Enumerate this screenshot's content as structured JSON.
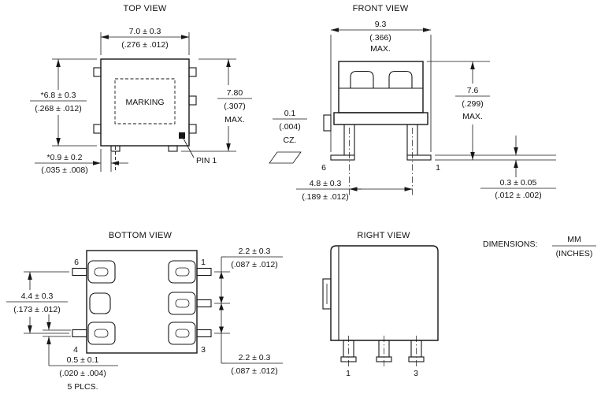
{
  "colors": {
    "ink": "#161616",
    "background": "#ffffff"
  },
  "top_view": {
    "title": "TOP VIEW",
    "marking_label": "MARKING",
    "pin1_label": "PIN 1",
    "width_mm": "7.0 ± 0.3",
    "width_in": "(.276 ± .012)",
    "height_mm": "*6.8 ± 0.3",
    "height_in": "(.268 ± .012)",
    "overall_mm": "7.80",
    "overall_in": "(.307)",
    "overall_qual": "MAX.",
    "offset_mm": "*0.9 ± 0.2",
    "offset_in": "(.035 ± .008)"
  },
  "front_view": {
    "title": "FRONT VIEW",
    "width_mm": "9.3",
    "width_in": "(.366)",
    "width_qual": "MAX.",
    "height_mm": "7.6",
    "height_in": "(.299)",
    "height_qual": "MAX.",
    "coplanarity_mm": "0.1",
    "coplanarity_in": "(.004)",
    "coplanarity_qual": "CZ.",
    "lead_span_mm": "4.8 ± 0.3",
    "lead_span_in": "(.189 ± .012)",
    "lead_thickness_mm": "0.3 ± 0.05",
    "lead_thickness_in": "(.012 ± .002)",
    "pin_left": "6",
    "pin_right": "1"
  },
  "bottom_view": {
    "title": "BOTTOM VIEW",
    "row_span_mm": "4.4 ± 0.3",
    "row_span_in": "(.173 ± .012)",
    "row_pitch_top_mm": "2.2 ± 0.3",
    "row_pitch_top_in": "(.087 ± .012)",
    "row_pitch_bottom_mm": "2.2 ± 0.3",
    "row_pitch_bottom_in": "(.087 ± .012)",
    "lead_width_mm": "0.5 ± 0.1",
    "lead_width_in": "(.020 ± .004)",
    "lead_width_qual": "5 PLCS.",
    "pin_top_left": "6",
    "pin_top_right": "1",
    "pin_bottom_left": "4",
    "pin_bottom_right": "3"
  },
  "right_view": {
    "title": "RIGHT VIEW",
    "pin_left": "1",
    "pin_right": "3"
  },
  "legend": {
    "label": "DIMENSIONS:",
    "units_mm": "MM",
    "units_in": "(INCHES)"
  }
}
